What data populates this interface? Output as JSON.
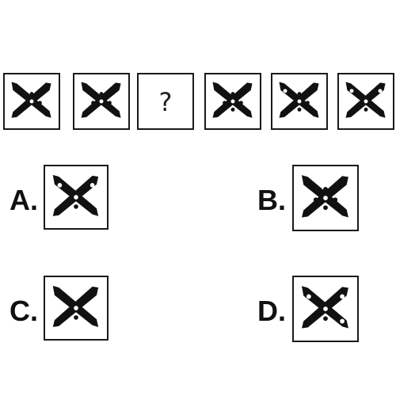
{
  "sequence": [
    {
      "kind": "figure",
      "dots": [
        "C",
        "N",
        "E"
      ]
    },
    {
      "kind": "figure",
      "dots": [
        "W",
        "C",
        "N",
        "E"
      ]
    },
    {
      "kind": "question",
      "text": "?"
    },
    {
      "kind": "figure",
      "dots": [
        "W",
        "C",
        "N",
        "S",
        "E"
      ]
    },
    {
      "kind": "figure",
      "dots": [
        "NW",
        "C",
        "N",
        "S",
        "E"
      ]
    },
    {
      "kind": "figure",
      "dots": [
        "NW",
        "C",
        "NE",
        "S"
      ]
    }
  ],
  "options": [
    {
      "label": "A.",
      "dots": [
        "NW",
        "C",
        "NE",
        "S"
      ]
    },
    {
      "label": "B.",
      "dots": [
        "W",
        "C",
        "N",
        "S",
        "E"
      ]
    },
    {
      "label": "C.",
      "dots": [
        "C",
        "S"
      ]
    },
    {
      "label": "D.",
      "dots": [
        "NW",
        "C",
        "NE",
        "S",
        "SE"
      ]
    }
  ],
  "colors": {
    "figure": "#111111",
    "dot": "#ffffff",
    "border": "#1a1a1a"
  }
}
